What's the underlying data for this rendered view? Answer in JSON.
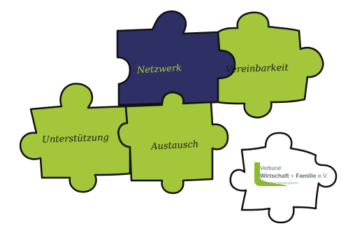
{
  "colors": {
    "lime": "#a3c63a",
    "navy": "#2e2f64",
    "outline": "#111111",
    "navy_text": "#a9cc3c",
    "lime_text": "#1a1a1a",
    "logo_green": "#8bbb2e",
    "logo_gray": "#5a6a72"
  },
  "pieces": {
    "netzwerk": {
      "label": "Netzwerk",
      "color": "navy"
    },
    "vereinbarkeit": {
      "label": "Vereinbarkeit",
      "color": "lime"
    },
    "unterstuetzung": {
      "label": "Unterstützung",
      "color": "lime"
    },
    "austausch": {
      "label": "Austausch",
      "color": "lime"
    },
    "logo_piece": {
      "color": "white"
    }
  },
  "logo": {
    "line1": "Verbund",
    "brand_a": "Wirtschaft",
    "plus": "+",
    "brand_b": "Familie",
    "suffix": " e.V.",
    "tagline": "im Landkreis Nienburg/Weser"
  }
}
